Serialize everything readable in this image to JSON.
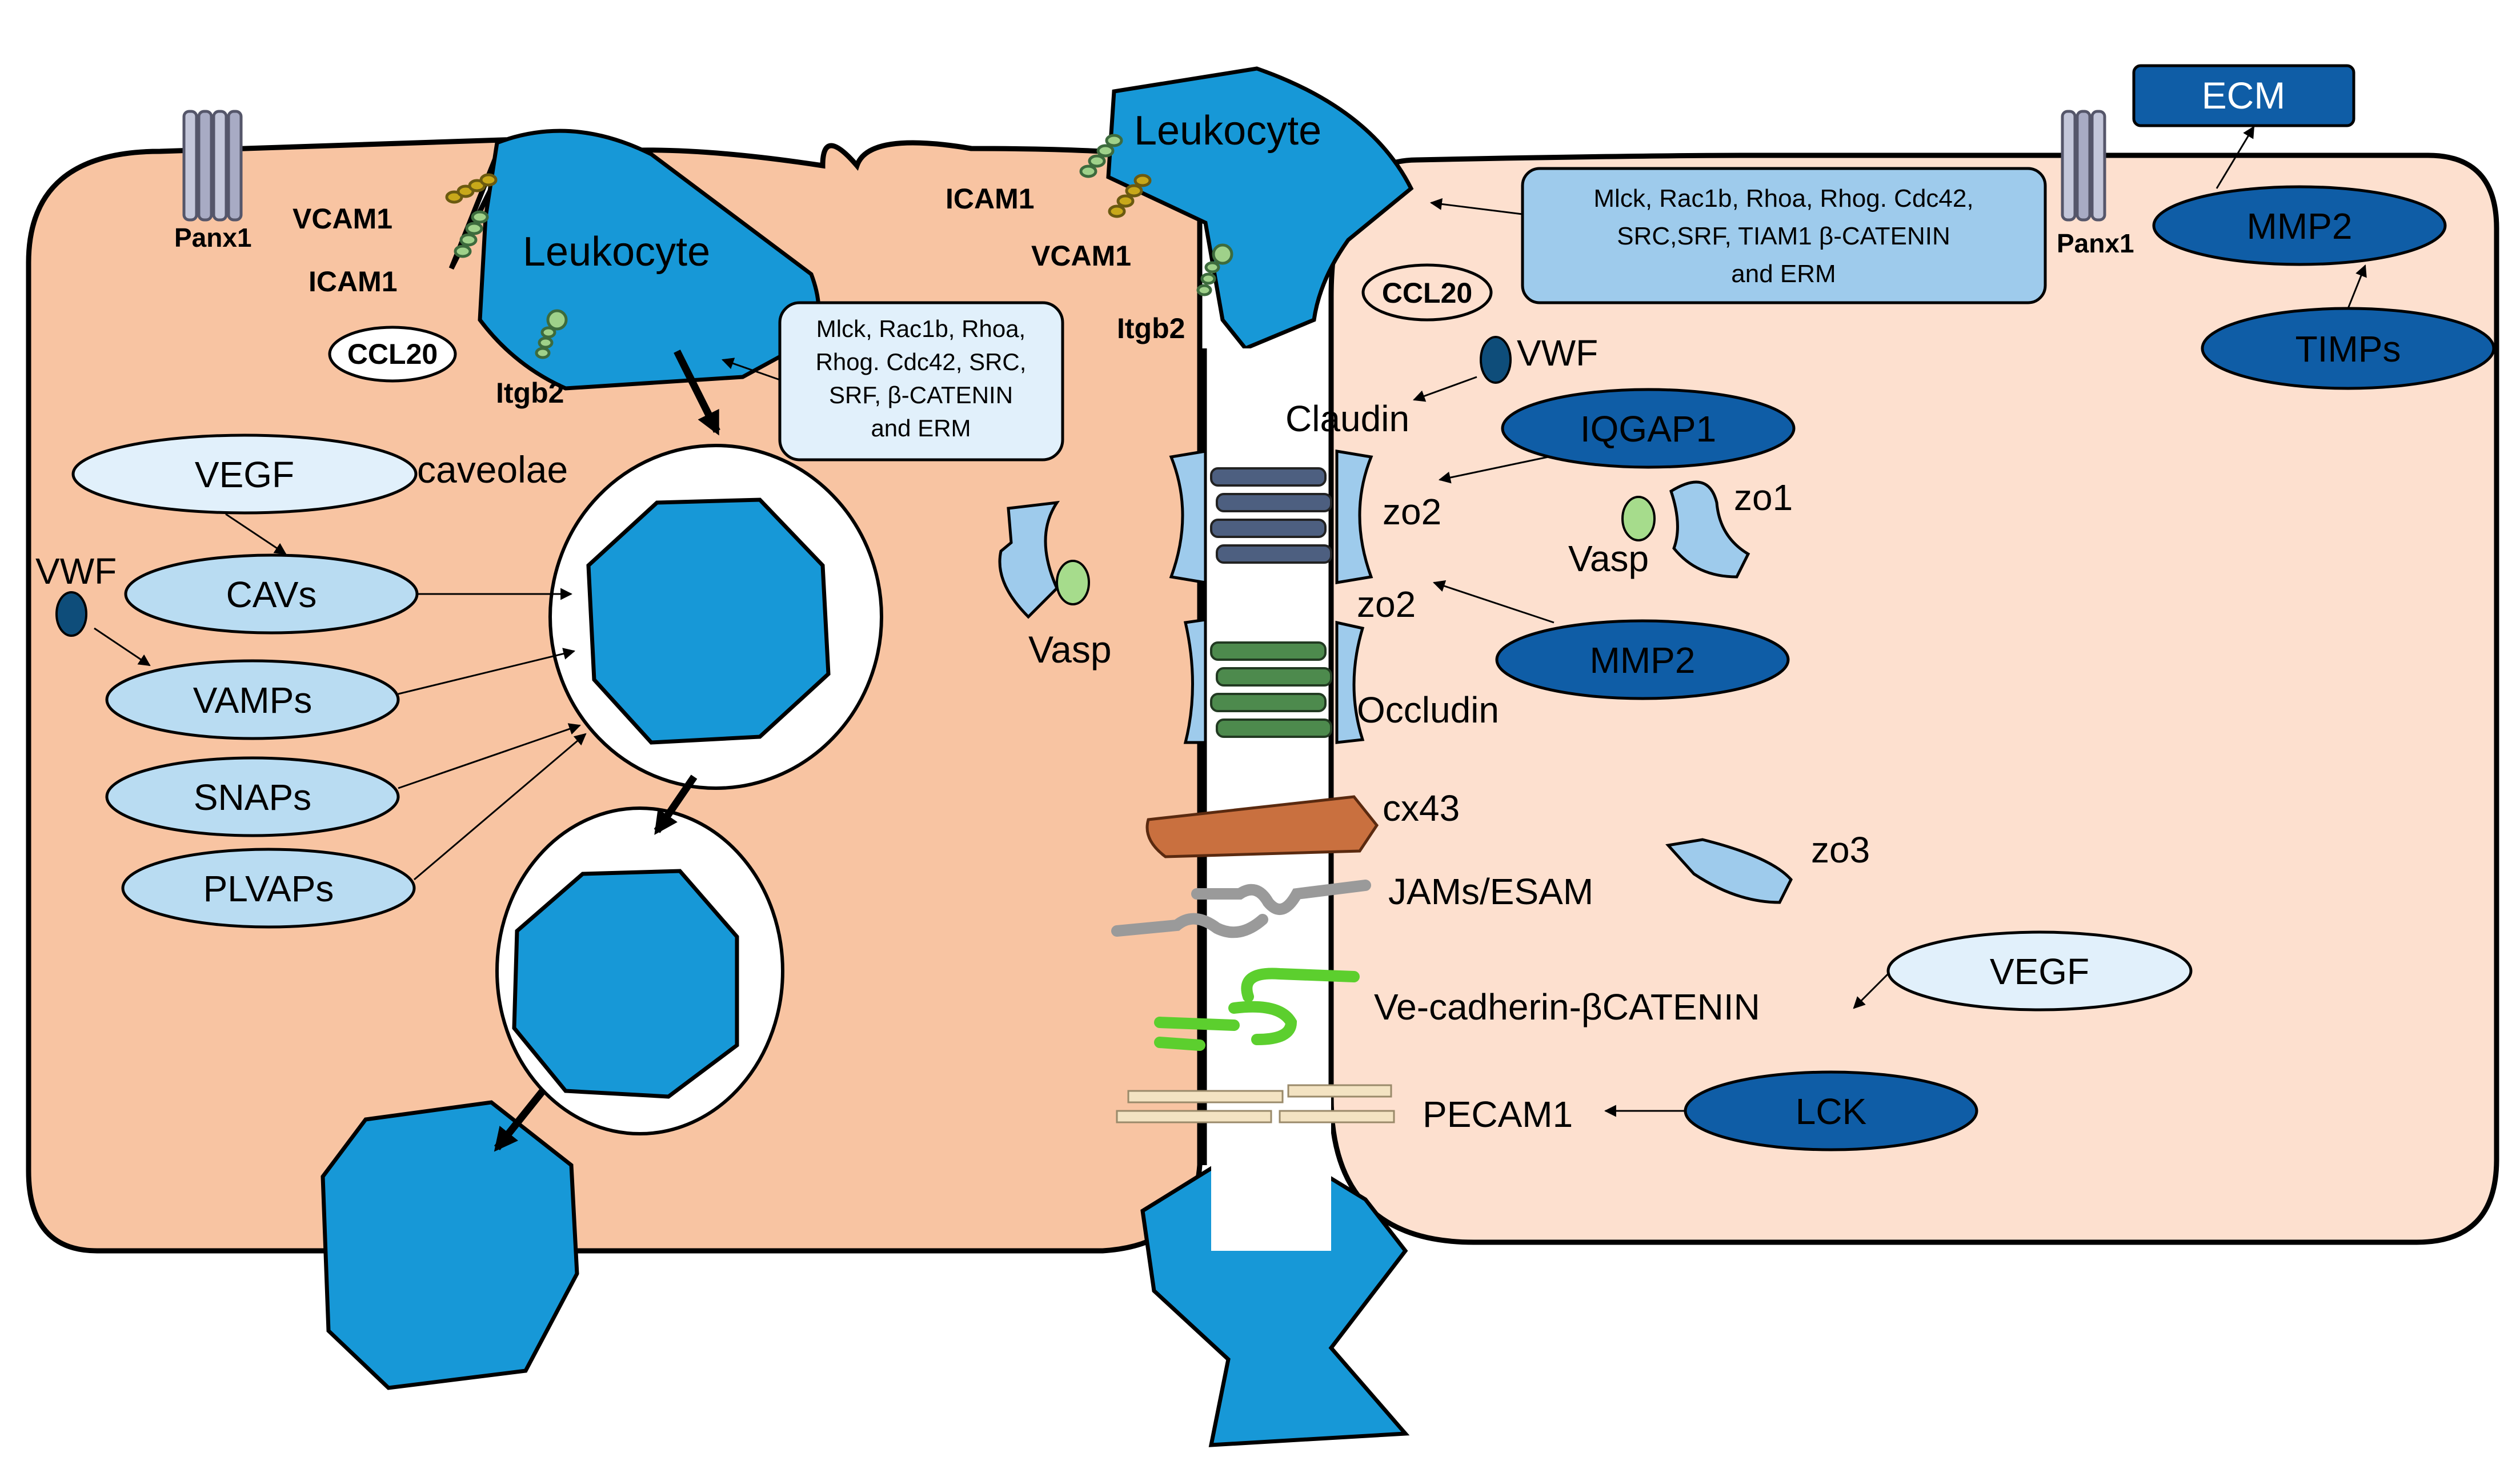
{
  "colors": {
    "left_cell": "#f8c4a2",
    "right_cell": "#fde0cf",
    "leukocyte": "#1798d7",
    "dark_blue": "#0f5da6",
    "mid_blue": "#9ecbec",
    "light_blue": "#b9dcf2",
    "pale_blue": "#e1f0fb",
    "vwf_dot": "#0e4d7a",
    "vasp_green": "#a6dc8c",
    "claudin": "#4d5f80",
    "occludin": "#4d8a4d",
    "cx43": "#c9703f",
    "jam": "#9a9a9a",
    "vecad": "#5ccf2e",
    "pecam": "#f3e3c2"
  },
  "left_cell": {
    "leukocyte": "Leukocyte",
    "vcam1": "VCAM1",
    "icam1": "ICAM1",
    "panx1": "Panx1",
    "ccl20": "CCL20",
    "itgb2": "Itgb2",
    "caveolae": "caveolae",
    "vwf": "VWF",
    "vasp": "Vasp",
    "signal_box": [
      "Mlck, Rac1b, Rhoa,",
      "Rhog. Cdc42,  SRC,",
      "SRF, β-CATENIN",
      "and ERM"
    ],
    "ovals": {
      "vegf": "VEGF",
      "cavs": "CAVs",
      "vamps": "VAMPs",
      "snaps": "SNAPs",
      "plvaps": "PLVAPs"
    }
  },
  "junction": {
    "leukocyte": "Leukocyte",
    "icam1": "ICAM1",
    "vcam1": "VCAM1",
    "itgb2": "Itgb2",
    "claudin": "Claudin",
    "zo2_top": "zo2",
    "zo2_bottom": "zo2",
    "occludin": "Occludin",
    "cx43": "cx43",
    "jams": "JAMs/ESAM",
    "vecad": "Ve-cadherin-βCATENIN",
    "pecam1": "PECAM1"
  },
  "right_cell": {
    "signal_box": [
      "Mlck, Rac1b, Rhoa, Rhog. Cdc42,",
      "SRC,SRF, TIAM1 β-CATENIN",
      "and ERM"
    ],
    "panx1": "Panx1",
    "ecm": "ECM",
    "mmp2_top": "MMP2",
    "timps": "TIMPs",
    "ccl20": "CCL20",
    "vwf": "VWF",
    "iqgap1": "IQGAP1",
    "zo1": "zo1",
    "vasp": "Vasp",
    "mmp2_mid": "MMP2",
    "zo3": "zo3",
    "vegf": "VEGF",
    "lck": "LCK"
  }
}
